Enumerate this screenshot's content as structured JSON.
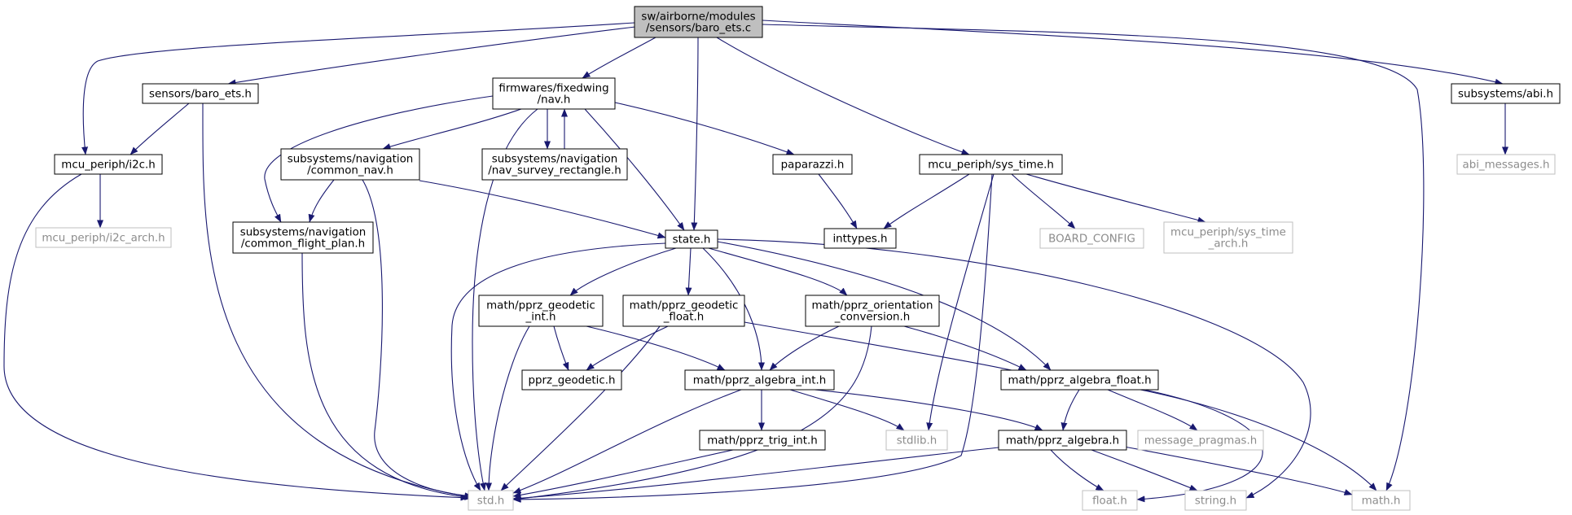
{
  "diagram": {
    "nodes": [
      {
        "id": "root",
        "lines": [
          "sw/airborne/modules",
          "/sensors/baro_ets.c"
        ],
        "style": "root"
      },
      {
        "id": "sensors_baro_ets_h",
        "lines": [
          "sensors/baro_ets.h"
        ],
        "style": "normal"
      },
      {
        "id": "nav_h",
        "lines": [
          "firmwares/fixedwing",
          "/nav.h"
        ],
        "style": "normal"
      },
      {
        "id": "abi_h",
        "lines": [
          "subsystems/abi.h"
        ],
        "style": "normal"
      },
      {
        "id": "abi_messages_h",
        "lines": [
          "abi_messages.h"
        ],
        "style": "missing"
      },
      {
        "id": "i2c_h",
        "lines": [
          "mcu_periph/i2c.h"
        ],
        "style": "normal"
      },
      {
        "id": "i2c_arch_h",
        "lines": [
          "mcu_periph/i2c_arch.h"
        ],
        "style": "missing"
      },
      {
        "id": "common_nav_h",
        "lines": [
          "subsystems/navigation",
          "/common_nav.h"
        ],
        "style": "normal"
      },
      {
        "id": "nav_survey_h",
        "lines": [
          "subsystems/navigation",
          "/nav_survey_rectangle.h"
        ],
        "style": "normal"
      },
      {
        "id": "paparazzi_h",
        "lines": [
          "paparazzi.h"
        ],
        "style": "normal"
      },
      {
        "id": "sys_time_h",
        "lines": [
          "mcu_periph/sys_time.h"
        ],
        "style": "normal"
      },
      {
        "id": "common_flight_plan_h",
        "lines": [
          "subsystems/navigation",
          "/common_flight_plan.h"
        ],
        "style": "normal"
      },
      {
        "id": "state_h",
        "lines": [
          "state.h"
        ],
        "style": "normal"
      },
      {
        "id": "inttypes_h",
        "lines": [
          "inttypes.h"
        ],
        "style": "normal"
      },
      {
        "id": "board_config",
        "lines": [
          "BOARD_CONFIG"
        ],
        "style": "missing"
      },
      {
        "id": "sys_time_arch_h",
        "lines": [
          "mcu_periph/sys_time",
          "_arch.h"
        ],
        "style": "missing"
      },
      {
        "id": "geodetic_int_h",
        "lines": [
          "math/pprz_geodetic",
          "_int.h"
        ],
        "style": "normal"
      },
      {
        "id": "geodetic_float_h",
        "lines": [
          "math/pprz_geodetic",
          "_float.h"
        ],
        "style": "normal"
      },
      {
        "id": "orientation_h",
        "lines": [
          "math/pprz_orientation",
          "_conversion.h"
        ],
        "style": "normal"
      },
      {
        "id": "pprz_geodetic_h",
        "lines": [
          "pprz_geodetic.h"
        ],
        "style": "normal"
      },
      {
        "id": "algebra_int_h",
        "lines": [
          "math/pprz_algebra_int.h"
        ],
        "style": "normal"
      },
      {
        "id": "algebra_float_h",
        "lines": [
          "math/pprz_algebra_float.h"
        ],
        "style": "normal"
      },
      {
        "id": "trig_int_h",
        "lines": [
          "math/pprz_trig_int.h"
        ],
        "style": "normal"
      },
      {
        "id": "stdlib_h",
        "lines": [
          "stdlib.h"
        ],
        "style": "missing"
      },
      {
        "id": "algebra_h",
        "lines": [
          "math/pprz_algebra.h"
        ],
        "style": "normal"
      },
      {
        "id": "message_pragmas_h",
        "lines": [
          "message_pragmas.h"
        ],
        "style": "missing"
      },
      {
        "id": "std_h",
        "lines": [
          "std.h"
        ],
        "style": "missing"
      },
      {
        "id": "float_h",
        "lines": [
          "float.h"
        ],
        "style": "missing"
      },
      {
        "id": "string_h",
        "lines": [
          "string.h"
        ],
        "style": "missing"
      },
      {
        "id": "math_h",
        "lines": [
          "math.h"
        ],
        "style": "missing"
      }
    ],
    "colors": {
      "edge": "#191970",
      "node_border": "#000000",
      "missing_border": "#bfbfbf",
      "missing_text": "#8c8c8c",
      "root_fill": "#bfbfbf",
      "background": "#ffffff"
    }
  }
}
